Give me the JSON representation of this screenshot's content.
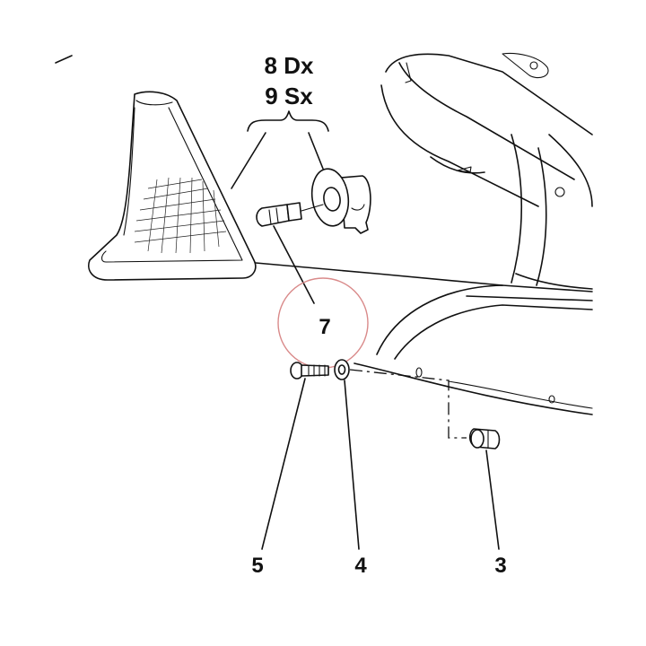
{
  "diagram": {
    "labels": {
      "dx": "8 Dx",
      "sx": "9 Sx",
      "part_7": "7",
      "part_5": "5",
      "part_4": "4",
      "part_3": "3"
    },
    "colors": {
      "ink": "#111111",
      "highlight_circle": "#d98a8a",
      "background": "#ffffff"
    }
  }
}
